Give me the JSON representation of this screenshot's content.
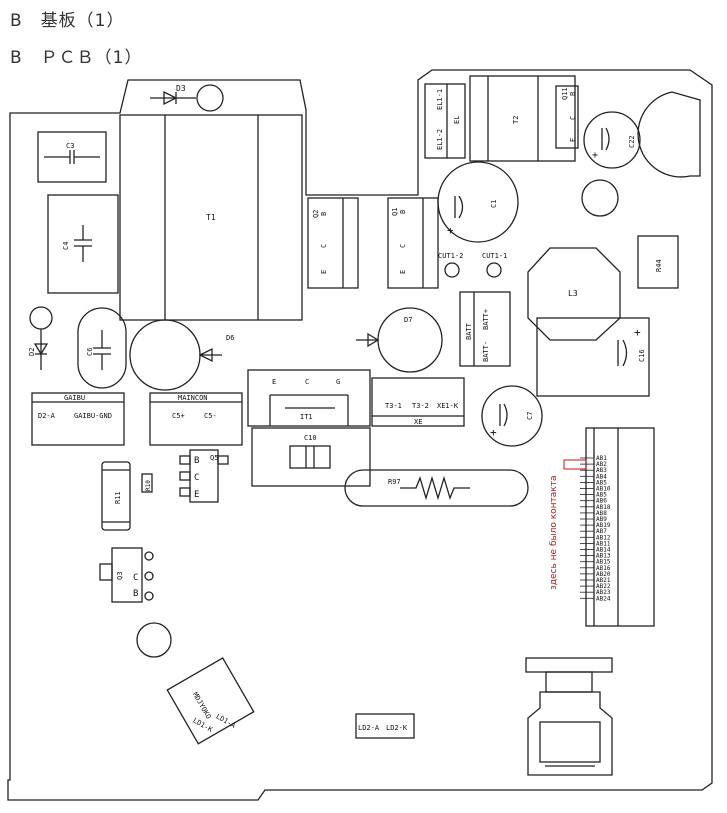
{
  "header": {
    "line1": "B　基板（1）",
    "line2": "B　ＰＣＢ（1）"
  },
  "board": {
    "labels": {
      "D3": "D3",
      "C3": "C3",
      "T1": "T1",
      "C4": "C4",
      "D2": "D2",
      "C6": "C6",
      "D6": "D6",
      "Q2": "Q2",
      "Q2B": "B",
      "Q2C": "C",
      "Q2E": "E",
      "Q1": "Q1",
      "Q1B": "B",
      "Q1C": "C",
      "Q1E": "E",
      "EL11": "EL1-1",
      "EL12": "EL1-2",
      "EL": "EL",
      "T2": "T2",
      "Q11": "Q11",
      "Q11B": "B",
      "Q11C": "C",
      "Q11E": "E",
      "C22": "C22",
      "C1": "C1",
      "CUT12": "CUT1-2",
      "CUT11": "CUT1-1",
      "R44": "R44",
      "L3": "L3",
      "D7": "D7",
      "BATT": "BATT",
      "BATTM": "BATT-",
      "BATTP": "BATT+",
      "C16": "C16",
      "GAIBU": "GAIBU",
      "D2A": "D2-A",
      "GAIBUGND": "GAIBU-GND",
      "MAINCON": "MAINCON",
      "C5P": "C5+",
      "C5M": "C5-",
      "IT_E": "E",
      "IT_C": "C",
      "IT_G": "G",
      "IT1": "IT1",
      "C10": "C10",
      "T31": "T3-1",
      "T32": "T3-2",
      "XE1K": "XE1-K",
      "XE": "XE",
      "C7": "C7",
      "Q5": "Q5",
      "Q5B": "B",
      "Q5C": "C",
      "Q5E": "E",
      "R11": "R11",
      "R10": "R10",
      "R97": "R97",
      "Q3": "Q3",
      "Q3C": "C",
      "Q3B": "B",
      "MDJYOKO": "MDJYOKO",
      "LD1K": "LD1-K",
      "LD1A": "LD1-A",
      "LD2A": "LD2-A",
      "LD2K": "LD2-K"
    },
    "connector_pins": [
      "AB1",
      "AB2",
      "AB3",
      "AB4",
      "AB5",
      "AB10",
      "AB5",
      "AB6",
      "AB18",
      "AB8",
      "AB9",
      "AB19",
      "AB7",
      "AB12",
      "AB11",
      "AB14",
      "AB13",
      "AB15",
      "AB16",
      "AB20",
      "AB21",
      "AB22",
      "AB23",
      "AB24"
    ],
    "annotation": "здесь не было контакта",
    "annotation_color": "#cc1111"
  }
}
